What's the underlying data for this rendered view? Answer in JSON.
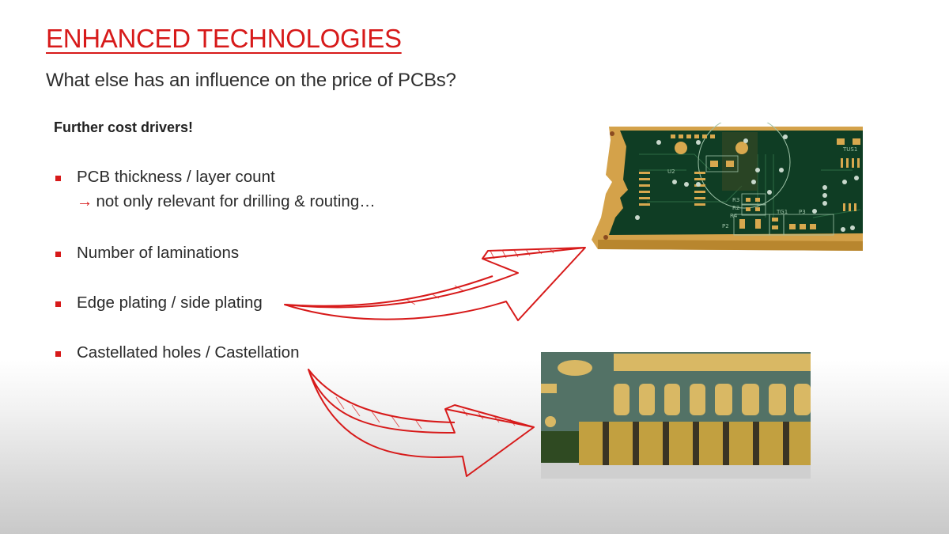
{
  "slide": {
    "title": "ENHANCED TECHNOLOGIES",
    "subtitle": "What else has an influence on the price of PCBs?",
    "section_heading": "Further cost drivers!",
    "bullets": [
      {
        "label": "PCB thickness / layer count",
        "sub": "not only relevant for drilling & routing…",
        "sub_icon": "→"
      },
      {
        "label": "Number of laminations"
      },
      {
        "label": "Edge plating / side plating"
      },
      {
        "label": "Castellated holes / Castellation"
      }
    ],
    "images": {
      "edge_plated_pcb": {
        "labels": [
          "U2",
          "R3",
          "R2",
          "R4",
          "TG1",
          "P2",
          "P3",
          "TUS1"
        ]
      },
      "castellated_pcb": {}
    },
    "colors": {
      "accent_red": "#d71a1a",
      "text_dark": "#2b2b2b",
      "pcb_green": "#0f3d24",
      "pcb_gold": "#d4a24a"
    }
  }
}
